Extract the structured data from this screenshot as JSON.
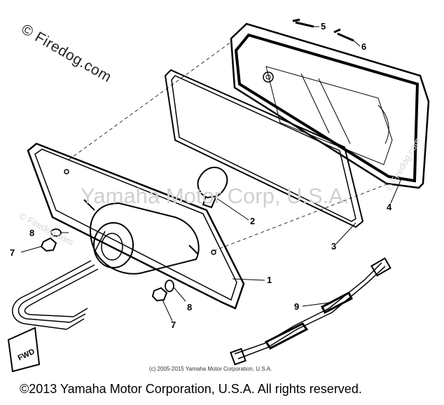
{
  "watermark": {
    "top_left": "© Firedog.com",
    "center": "Yamaha Motor Corp, U.S.A.",
    "side_left": "© Firedog.com",
    "side_right": "© Firedog.com"
  },
  "diagram_copyright": "(c) 2005-2015 Yamaha Motor Corporation, U.S.A.",
  "footer_copyright": "©2013 Yamaha Motor Corporation, U.S.A. All rights reserved.",
  "callouts": [
    "1",
    "2",
    "3",
    "4",
    "5",
    "6",
    "7",
    "7",
    "8",
    "8",
    "9"
  ],
  "tag_label": "FWD",
  "colors": {
    "ink": "#000000",
    "watermark": "#d0d0d0",
    "background": "#ffffff"
  }
}
